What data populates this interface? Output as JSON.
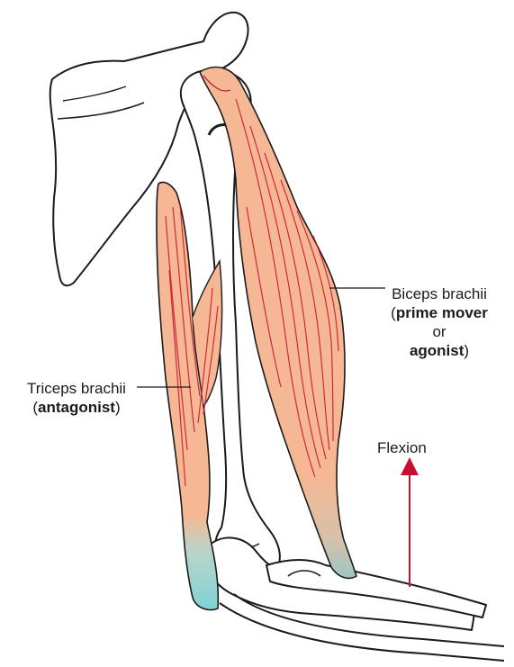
{
  "labels": {
    "biceps": {
      "name": "Biceps brachii",
      "open_paren": "(",
      "role_primary": "prime mover",
      "connector": "or",
      "role_secondary": "agonist",
      "close_paren": ")"
    },
    "triceps": {
      "name": "Triceps brachii",
      "open_paren": "(",
      "role": "antagonist",
      "close_paren": ")"
    },
    "movement": "Flexion"
  },
  "colors": {
    "muscle": "#f6b894",
    "tendon": "#7fd3d6",
    "fiber": "#c8102e",
    "arrow": "#c8102e",
    "outline": "#1b1b1b"
  }
}
